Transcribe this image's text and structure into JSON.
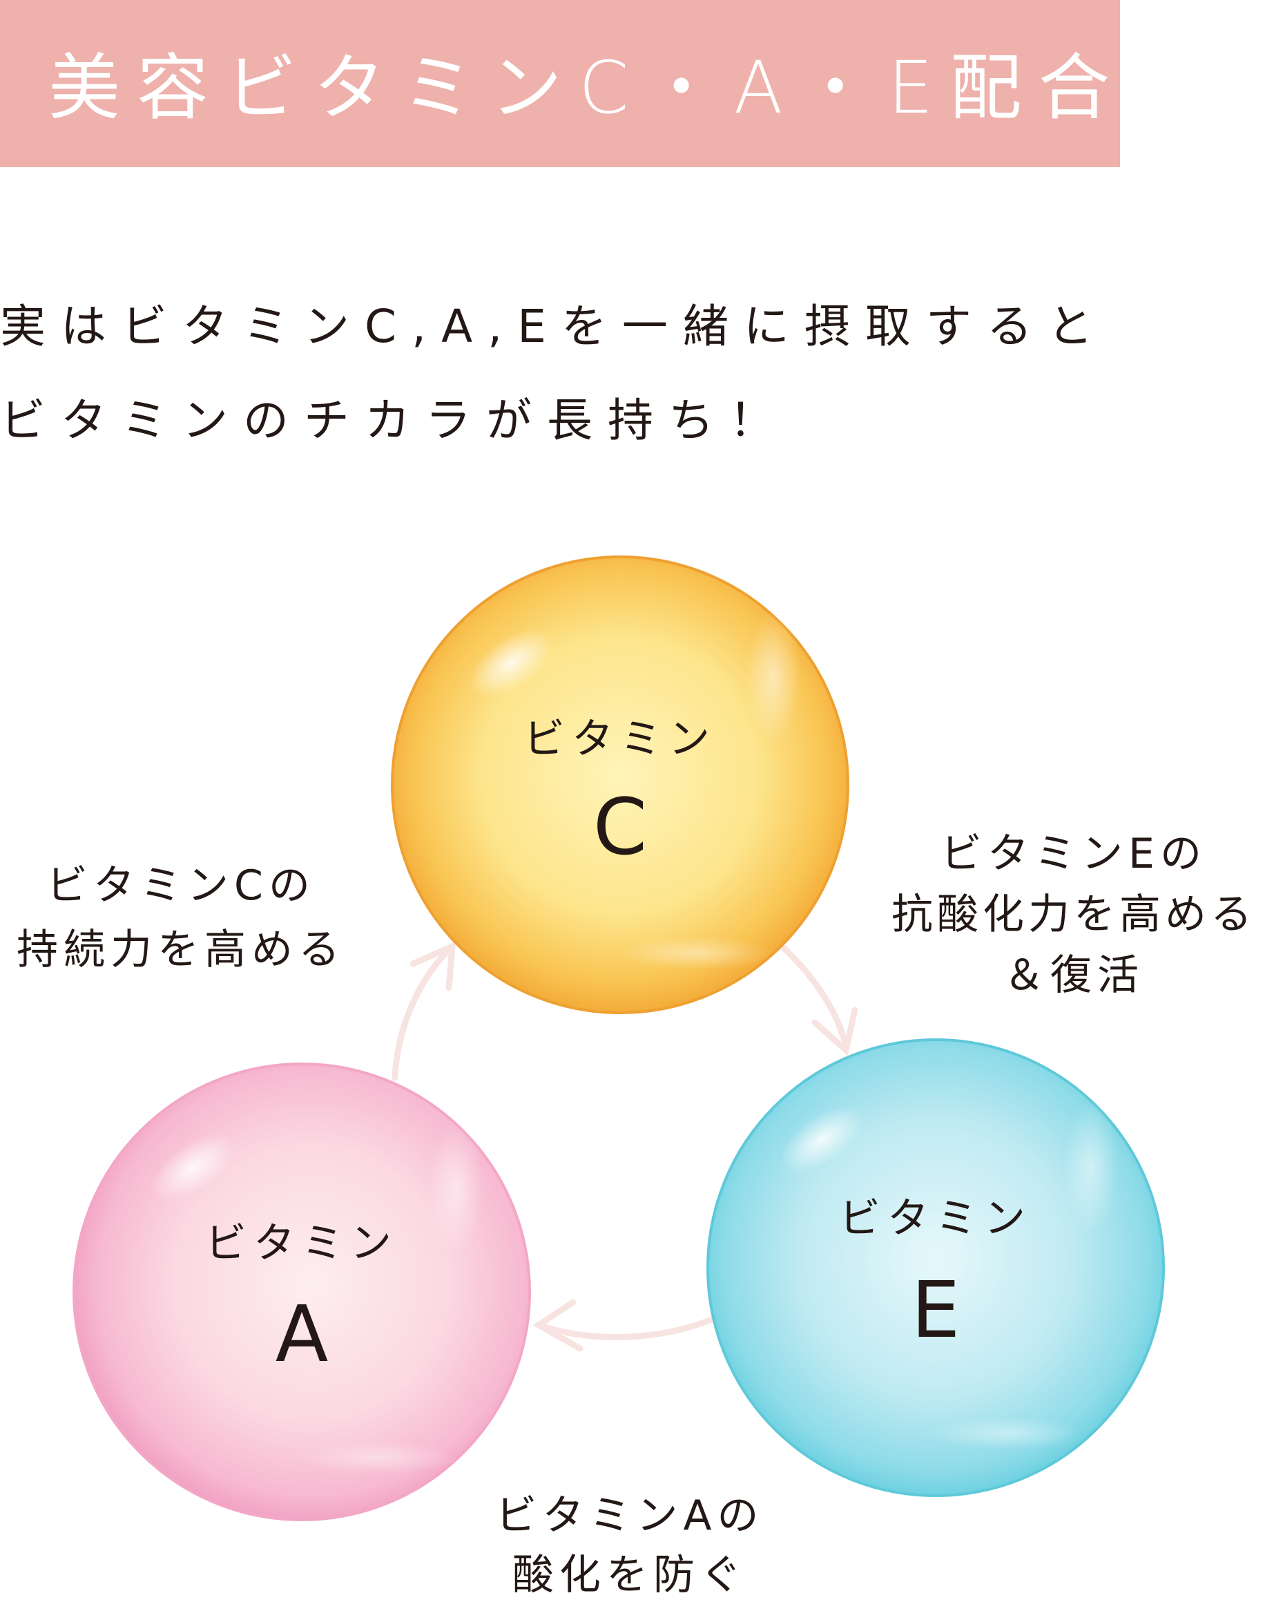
{
  "banner": {
    "title": "美容ビタミンC・A・E配合",
    "background": "#eeb1ab"
  },
  "intro": {
    "line1": "実はビタミンC,A,Eを一緒に摂取すると",
    "line2": "ビタミンのチカラが長持ち！"
  },
  "bubbles": {
    "c": {
      "prefix": "ビタミン",
      "letter": "C",
      "color": "#f5b035"
    },
    "a": {
      "prefix": "ビタミン",
      "letter": "A",
      "color": "#f5a6c8"
    },
    "e": {
      "prefix": "ビタミン",
      "letter": "E",
      "color": "#6fd0e0"
    }
  },
  "notes": {
    "c_note": {
      "line1": "ビタミンCの",
      "line2": "持続力を高める"
    },
    "e_note": {
      "line1": "ビタミンEの",
      "line2": "抗酸化力を高める",
      "line3": "＆復活"
    },
    "a_note": {
      "line1": "ビタミンAの",
      "line2": "酸化を防ぐ"
    }
  },
  "arrow_color": "#f7e4e1"
}
